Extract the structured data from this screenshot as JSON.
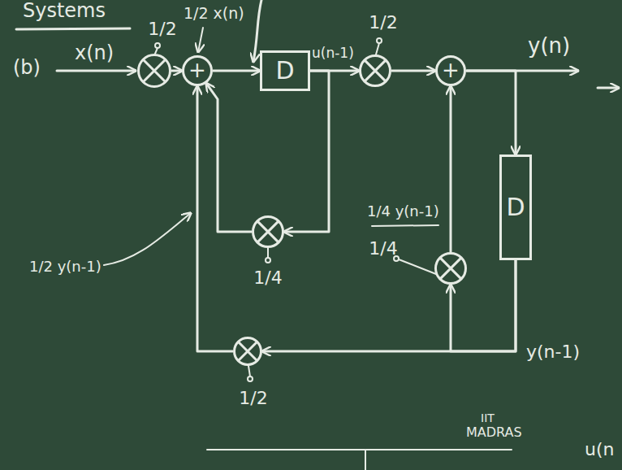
{
  "diagram": {
    "title": "Systems",
    "nodes": [
      {
        "text": [
          "1/2"
        ]
      },
      {
        "text": [
          "+"
        ]
      },
      {
        "text": [
          "D"
        ]
      },
      {
        "text": [
          "1/2"
        ]
      },
      {
        "text": [
          "+"
        ]
      },
      {
        "text": [
          "D"
        ]
      },
      {
        "text": [
          "1/4"
        ]
      },
      {
        "text": [
          "1/4"
        ]
      },
      {
        "text": [
          "1/2"
        ]
      }
    ],
    "edges": [
      {
        "from": 0,
        "to": 1,
        "arrow": "to"
      },
      {
        "from": 1,
        "to": 2,
        "arrow": "to"
      },
      {
        "from": 2,
        "to": 3,
        "arrow": "to"
      },
      {
        "from": 3,
        "to": 4,
        "arrow": "to"
      },
      {
        "from": 4,
        "to": 5,
        "arrow": "to"
      },
      {
        "from": 5,
        "to": 7,
        "arrow": "to"
      },
      {
        "from": 7,
        "to": 4,
        "arrow": "to"
      },
      {
        "from": 2,
        "to": 6,
        "arrow": "to"
      },
      {
        "from": 6,
        "to": 1,
        "arrow": "to"
      },
      {
        "from": 5,
        "to": 8,
        "arrow": "to"
      },
      {
        "from": 8,
        "to": 1,
        "arrow": "to"
      }
    ],
    "labels": [
      "(b)",
      "x(n)",
      "1/2 x(n)",
      "u(n-1)",
      "y(n)",
      "1/4 y(n-1)",
      "1/2 y(n-1)",
      "y(n-1)",
      "IIT",
      "MADRAS",
      "u(n"
    ]
  }
}
